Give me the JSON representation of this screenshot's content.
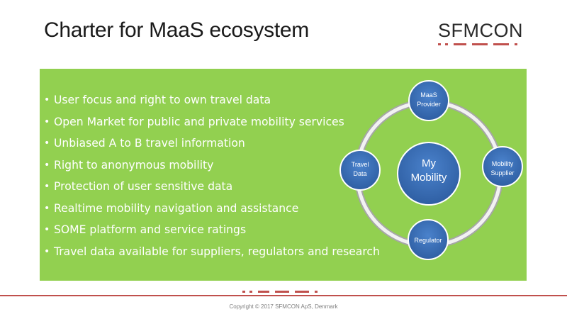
{
  "slide": {
    "title": "Charter for MaaS ecosystem",
    "logo_text": "SFMCON",
    "copyright": "Copyright © 2017 SFMCON ApS, Denmark"
  },
  "bullets": [
    "User focus and right to own travel data",
    "Open Market for public and private mobility services",
    "Unbiased A to B travel information",
    "Right to anonymous mobility",
    "Protection of user sensitive data",
    "Realtime mobility navigation and assistance",
    "SOME platform and service ratings",
    "Travel data available for suppliers, regulators and research"
  ],
  "diagram": {
    "center": [
      "My",
      "Mobility"
    ],
    "top": [
      "MaaS",
      "Provider"
    ],
    "right": [
      "Mobility",
      "Supplier"
    ],
    "bottom": [
      "Regulator"
    ],
    "left": [
      "Travel",
      "Data"
    ]
  },
  "colors": {
    "panel": "#92d050",
    "circle": "#3a6fb8",
    "accent": "#c0504d",
    "ring": "#d9d9d9"
  }
}
